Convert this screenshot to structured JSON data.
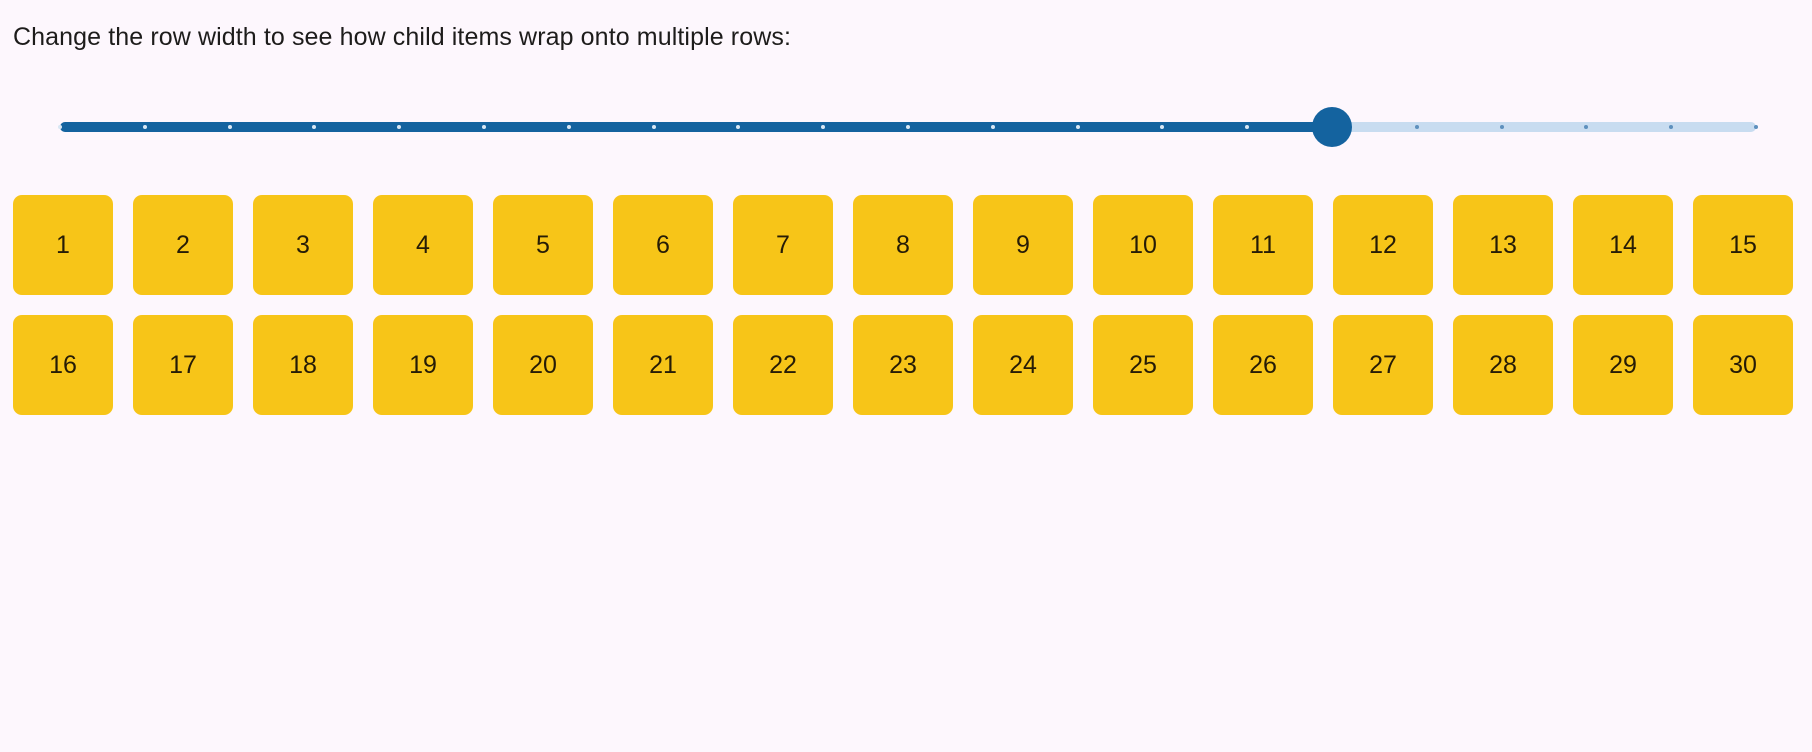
{
  "caption": "Change the row width to see how child items wrap onto multiple rows:",
  "slider": {
    "name": "row-width-slider",
    "orientation": "horizontal",
    "value_fraction": 0.75,
    "tick_count": 21,
    "fill_color": "#14639f",
    "track_color": "#c8dcf0",
    "thumb_color": "#14639f",
    "thumb_tick_fill_color": "#d8e7f4",
    "rest_tick_color": "#5e90bd"
  },
  "tiles": {
    "item_color": "#f7c518",
    "item_text_color": "#261c06",
    "items_per_row": 15,
    "rows": 2,
    "items": [
      "1",
      "2",
      "3",
      "4",
      "5",
      "6",
      "7",
      "8",
      "9",
      "10",
      "11",
      "12",
      "13",
      "14",
      "15",
      "16",
      "17",
      "18",
      "19",
      "20",
      "21",
      "22",
      "23",
      "24",
      "25",
      "26",
      "27",
      "28",
      "29",
      "30"
    ]
  },
  "background_color": "#fdf7fd"
}
